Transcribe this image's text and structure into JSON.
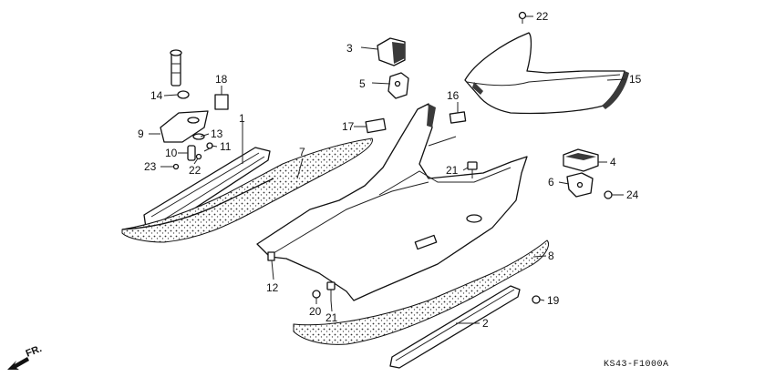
{
  "diagram": {
    "callouts": [
      {
        "id": "c1",
        "text": "1"
      },
      {
        "id": "c2",
        "text": "2"
      },
      {
        "id": "c3",
        "text": "3"
      },
      {
        "id": "c4",
        "text": "4"
      },
      {
        "id": "c5",
        "text": "5"
      },
      {
        "id": "c6",
        "text": "6"
      },
      {
        "id": "c7",
        "text": "7"
      },
      {
        "id": "c8",
        "text": "8"
      },
      {
        "id": "c9",
        "text": "9"
      },
      {
        "id": "c10",
        "text": "10"
      },
      {
        "id": "c11",
        "text": "11"
      },
      {
        "id": "c12",
        "text": "12"
      },
      {
        "id": "c13",
        "text": "13"
      },
      {
        "id": "c14",
        "text": "14"
      },
      {
        "id": "c15",
        "text": "15"
      },
      {
        "id": "c16",
        "text": "16"
      },
      {
        "id": "c17",
        "text": "17"
      },
      {
        "id": "c18",
        "text": "18"
      },
      {
        "id": "c19",
        "text": "19"
      },
      {
        "id": "c20",
        "text": "20"
      },
      {
        "id": "c21a",
        "text": "21"
      },
      {
        "id": "c21b",
        "text": "21"
      },
      {
        "id": "c22a",
        "text": "22"
      },
      {
        "id": "c22b",
        "text": "22"
      },
      {
        "id": "c23",
        "text": "23"
      },
      {
        "id": "c24",
        "text": "24"
      }
    ],
    "direction_label": "FR.",
    "diagram_code": "KS43-F1000A"
  }
}
